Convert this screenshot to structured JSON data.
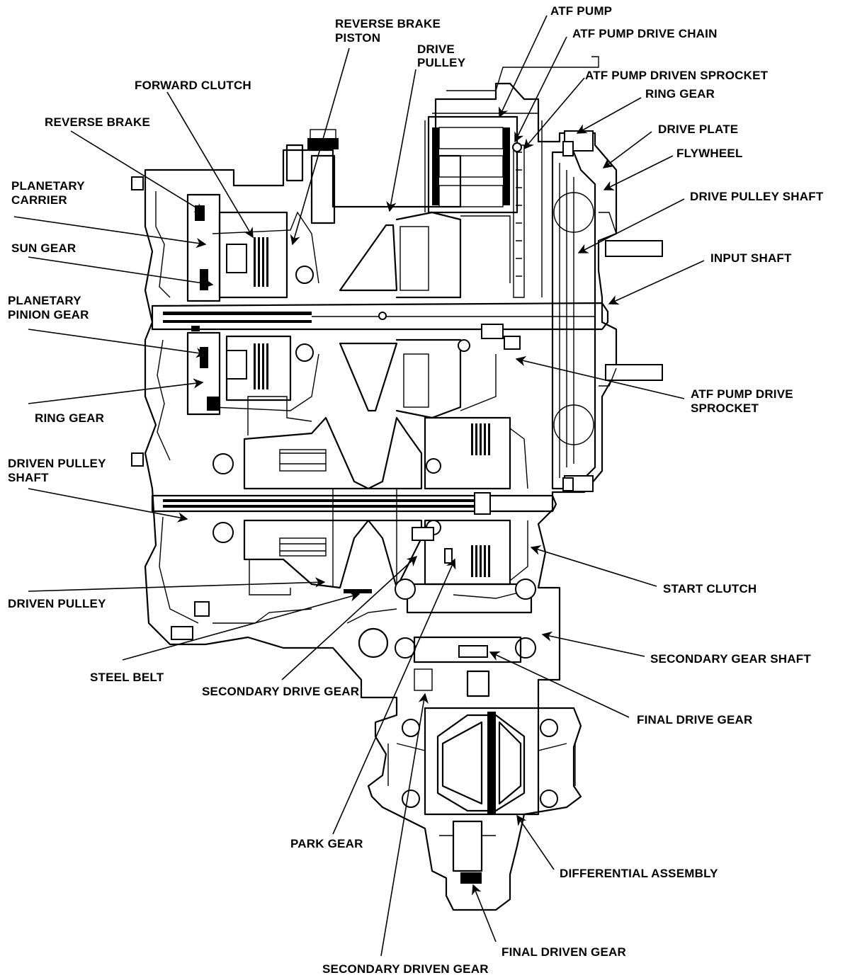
{
  "labels": {
    "reverse_brake_piston": [
      "REVERSE BRAKE",
      "PISTON"
    ],
    "drive_pulley": [
      "DRIVE",
      "PULLEY"
    ],
    "atf_pump": "ATF PUMP",
    "atf_pump_drive_chain": "ATF PUMP DRIVE CHAIN",
    "atf_pump_driven_sprocket": "ATF PUMP DRIVEN SPROCKET",
    "ring_gear_top": "RING GEAR",
    "forward_clutch": "FORWARD CLUTCH",
    "reverse_brake": "REVERSE BRAKE",
    "drive_plate": "DRIVE PLATE",
    "flywheel": "FLYWHEEL",
    "planetary_carrier": [
      "PLANETARY",
      "CARRIER"
    ],
    "drive_pulley_shaft": "DRIVE PULLEY SHAFT",
    "sun_gear": "SUN GEAR",
    "input_shaft": "INPUT SHAFT",
    "planetary_pinion_gear": [
      "PLANETARY",
      "PINION GEAR"
    ],
    "atf_pump_drive_sprocket": [
      "ATF PUMP DRIVE",
      "SPROCKET"
    ],
    "ring_gear_left": "RING GEAR",
    "driven_pulley_shaft": [
      "DRIVEN PULLEY",
      "SHAFT"
    ],
    "start_clutch": "START CLUTCH",
    "driven_pulley": "DRIVEN PULLEY",
    "secondary_gear_shaft": "SECONDARY GEAR SHAFT",
    "steel_belt": "STEEL BELT",
    "secondary_drive_gear": "SECONDARY DRIVE GEAR",
    "final_drive_gear": "FINAL DRIVE GEAR",
    "park_gear": "PARK GEAR",
    "differential_assembly": "DIFFERENTIAL ASSEMBLY",
    "final_driven_gear": "FINAL DRIVEN GEAR",
    "secondary_driven_gear": "SECONDARY DRIVEN GEAR"
  }
}
